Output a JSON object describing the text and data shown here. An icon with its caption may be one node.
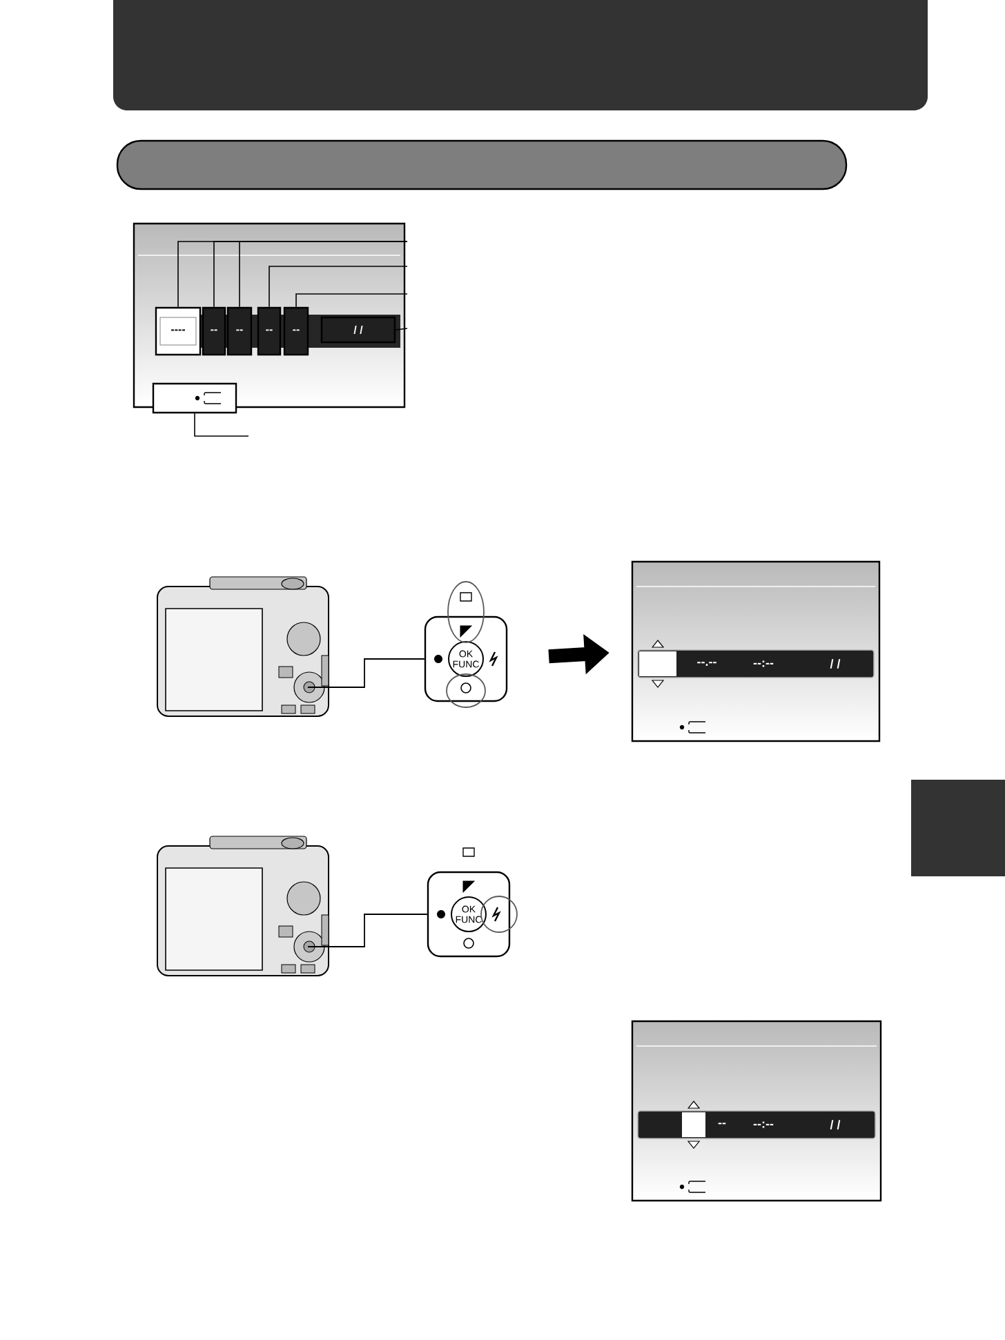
{
  "diagram": {
    "nodes": [
      {
        "text": [],
        "shape": "box"
      },
      {
        "text": [
          "----"
        ],
        "in": 0
      },
      {
        "text": [
          "--"
        ],
        "in": 0
      },
      {
        "text": [
          "--"
        ],
        "in": 0
      },
      {
        "text": [
          "--"
        ],
        "in": 0
      },
      {
        "text": [
          "--"
        ],
        "in": 0
      },
      {
        "text": [
          "/ /"
        ],
        "in": 0
      },
      {
        "text": [],
        "shape": "box"
      },
      {
        "text": [],
        "shape": "picture"
      },
      {
        "text": [
          "OK FUNC"
        ]
      },
      {
        "text": [
          "--.--",
          "--:--",
          "/ /"
        ]
      },
      {
        "text": [],
        "shape": "picture"
      },
      {
        "text": [
          "OK FUNC"
        ]
      },
      {
        "text": [
          "--",
          "--:--",
          "/ /"
        ]
      },
      {
        "text": [],
        "shape": "bar"
      }
    ],
    "edges": [
      {
        "from": 1,
        "to": null,
        "arrow": "none"
      },
      {
        "from": 2,
        "to": null,
        "arrow": "none"
      },
      {
        "from": 3,
        "to": null,
        "arrow": "none"
      },
      {
        "from": 4,
        "to": null,
        "arrow": "none"
      },
      {
        "from": 5,
        "to": null,
        "arrow": "none"
      },
      {
        "from": 6,
        "to": null,
        "arrow": "none"
      },
      {
        "from": 7,
        "to": null,
        "arrow": "none"
      },
      {
        "from": 8,
        "to": 9,
        "arrow": "none"
      },
      {
        "from": 9,
        "to": 10,
        "arrow": "to",
        "style": "thick"
      },
      {
        "from": 11,
        "to": 12,
        "arrow": "none"
      }
    ]
  }
}
